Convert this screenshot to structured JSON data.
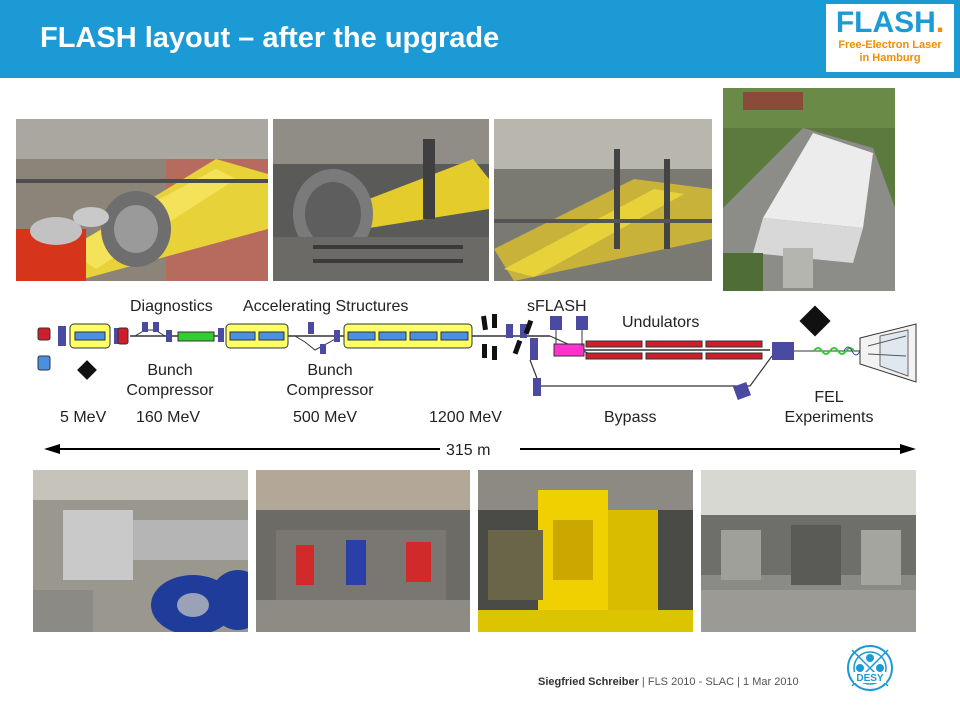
{
  "header": {
    "title": "FLASH layout – after the upgrade",
    "logo_main": "FLASH",
    "logo_dot": ".",
    "logo_sub1": "Free-Electron Laser",
    "logo_sub2": "in Hamburg"
  },
  "labels": {
    "diagnostics": "Diagnostics",
    "accelerating": "Accelerating Structures",
    "sflash": "sFLASH",
    "undulators": "Undulators",
    "bunch1_a": "Bunch",
    "bunch1_b": "Compressor",
    "bunch2_a": "Bunch",
    "bunch2_b": "Compressor",
    "fel_a": "FEL",
    "fel_b": "Experiments",
    "e5": "5 MeV",
    "e160": "160 MeV",
    "e500": "500 MeV",
    "e1200": "1200 MeV",
    "bypass": "Bypass",
    "length": "315 m"
  },
  "footer": {
    "author": "Siegfried Schreiber",
    "details": " | FLS 2010 - SLAC |  1 Mar 2010"
  },
  "logo": {
    "desy": "DESY"
  },
  "colors": {
    "header_blue": "#1c9ad6",
    "flash_orange": "#f28c00",
    "module_yellow": "#ffff66",
    "element_blue": "#4a4aa0",
    "rf_gun_red": "#cc1f2b",
    "sflash_magenta": "#ff33cc",
    "diag_green": "#33cc33"
  }
}
